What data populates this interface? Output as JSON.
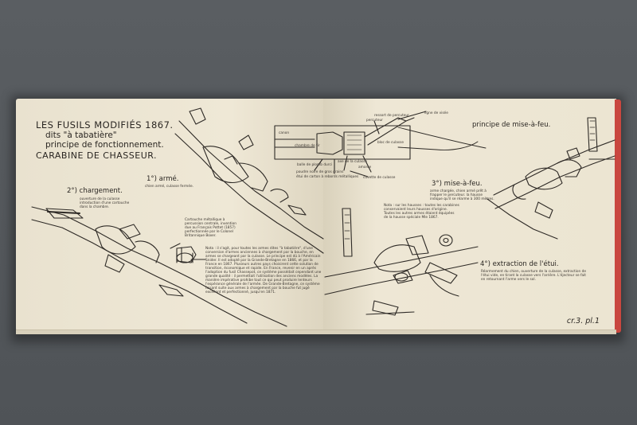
{
  "page_title": {
    "line1": "LES FUSILS MODIFIÉS 1867.",
    "line2": "dits \"à tabatière\"",
    "line3": "principe de fonctionnement.",
    "line4": "CARABINE DE CHASSEUR."
  },
  "labels": {
    "arme": "1°) armé.",
    "arme_note": "chien armé, culasse fermée.",
    "chargement": "2°) chargement.",
    "chargement_note": "ouverture de la culasse introduction d'une cartouche dans la chambre.",
    "mise_a_feu": "3°) mise-à-feu.",
    "mise_a_feu_note": "arme chargée, chien armé prêt à frapper le percuteur. la hausse indique qu'il se réarme à 300 mètres.",
    "principe": "principe de mise-à-feu.",
    "extraction": "4°) extraction de l'étui.",
    "extraction_note": "Réarmement du chien, ouverture de la culasse, extraction de l'étui vide, en tirant la culasse vers l'arrière. L'éjecteur se fait en retournant l'arme vers le sol."
  },
  "cartridge_caption": "Cartouche métallique à percussion centrale, invention due au Français Pottet (1857) perfectionnée par le Colonel Britannique Boxer.",
  "nota_left": "Nota : il s'agit, pour toutes les armes dites \"à tabatière\", d'une conversion d'armes anciennes à chargement par la bouche, en armes se chargeant par la culasse. Le principe est dû à l'Américain Snider. Il est adopté par la Grande-Bretagne en 1866, et par la France en 1867. Plusieurs autres pays choisirent cette solution de transition, économique et rapide. En France, revenir en un après l'adoption du fusil Chassepot, ce système possédait cependant une grande qualité : il permettait l'utilisation des anciens modèles. La manière impérative prohibe tout ce qui peut produire lenteurs l'espérance générale de l'armée. De Grande-Bretagne, ce système faisant suite aux armes à chargement par la bouche fut jugé excellent et perfectionné, jusqu'en 1871.",
  "nota_right": "Nota : sur les hausses : toutes les carabines conservaient leurs hausses d'origine. Toutes les autres armes étaient équipées de la hausse spéciale Mle 1867.",
  "diagram_labels": {
    "ressort": "ressort de percuteur",
    "percuteur": "percuteur",
    "axe": "axe de la culasse",
    "bloc": "bloc de culasse",
    "amorce": "amorce",
    "canon": "canon",
    "chambre": "chambre de tir",
    "balle": "balle de plomb durci",
    "poudre": "poudre noire de gros grains",
    "etui": "étui de carton à rebords métalliques",
    "cuvette": "cuvette de culasse",
    "ligne": "ligne de visée"
  },
  "plate_ref": "cr.3. pl.1"
}
